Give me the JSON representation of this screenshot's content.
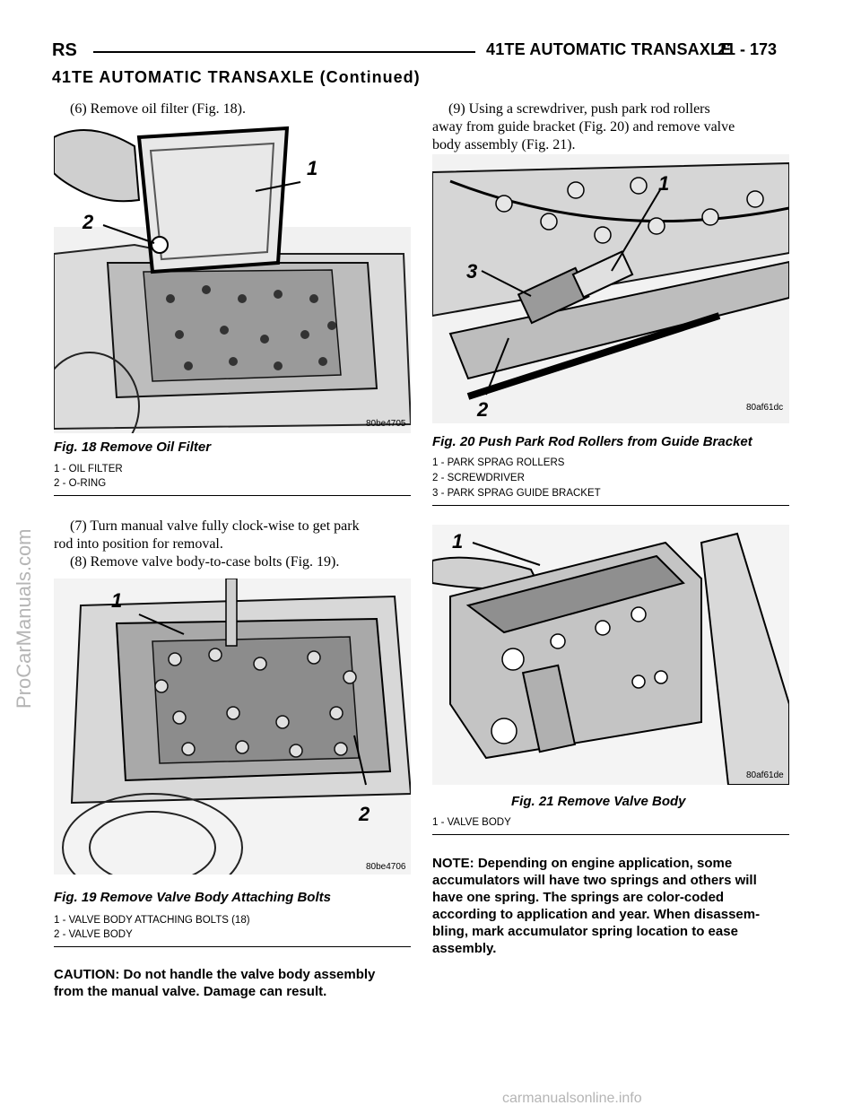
{
  "header": {
    "section": "RS",
    "title": "41TE AUTOMATIC TRANSAXLE",
    "page": "21 - 173"
  },
  "continued_title": "41TE AUTOMATIC TRANSAXLE (Continued)",
  "steps": {
    "step6": "(6) Remove oil filter (Fig. 18).",
    "step7_line1": "(7) Turn manual valve fully clock-wise to get park",
    "step7_line2": "rod into position for removal.",
    "step8": "(8) Remove valve body-to-case bolts (Fig. 19).",
    "step9_line1": "(9) Using a screwdriver, push park rod rollers",
    "step9_line2": "away from guide bracket (Fig. 20) and remove valve",
    "step9_line3": "body assembly (Fig. 21)."
  },
  "fig18": {
    "callout1": "1",
    "callout2": "2",
    "code": "80be4705",
    "caption": "Fig. 18 Remove Oil Filter",
    "legend": [
      "1 - OIL FILTER",
      "2 - O-RING"
    ]
  },
  "fig19": {
    "callout1": "1",
    "callout2": "2",
    "code": "80be4706",
    "caption": "Fig. 19 Remove Valve Body Attaching Bolts",
    "legend": [
      "1 - VALVE BODY ATTACHING BOLTS (18)",
      "2 - VALVE BODY"
    ]
  },
  "fig20": {
    "callout1": "1",
    "callout2": "2",
    "callout3": "3",
    "code": "80af61dc",
    "caption": "Fig. 20 Push Park Rod Rollers from Guide Bracket",
    "legend": [
      "1 - PARK SPRAG ROLLERS",
      "2 - SCREWDRIVER",
      "3 - PARK SPRAG GUIDE BRACKET"
    ]
  },
  "fig21": {
    "callout1": "1",
    "code": "80af61de",
    "caption": "Fig. 21 Remove Valve Body",
    "legend": [
      "1 - VALVE BODY"
    ]
  },
  "caution": {
    "line1": "CAUTION: Do not handle the valve body assembly",
    "line2": "from the manual valve. Damage can result."
  },
  "note": {
    "line1": "NOTE: Depending on engine application, some",
    "line2": "accumulators will have two springs and others will",
    "line3": "have one spring. The springs are color-coded",
    "line4": "according to application and year. When disassem-",
    "line5": "bling, mark accumulator spring location to ease",
    "line6": "assembly."
  },
  "watermarks": {
    "side": "ProCarManuals.com",
    "bottom": "carmanualsonline.info"
  }
}
